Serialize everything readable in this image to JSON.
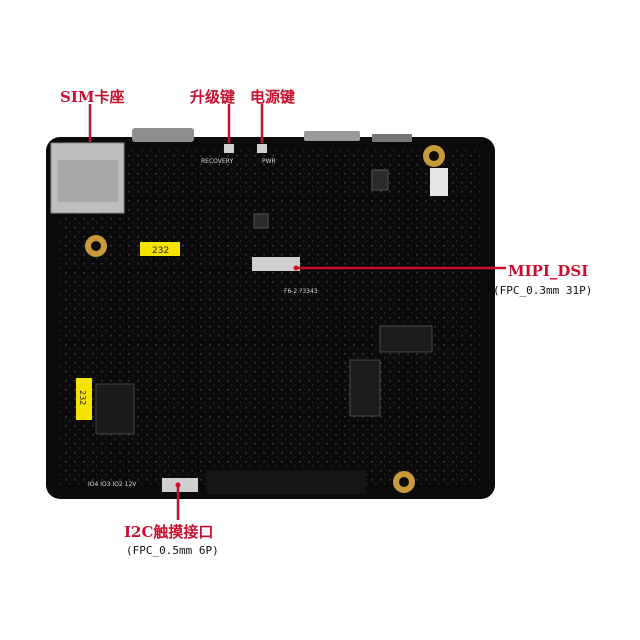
{
  "colors": {
    "callout": "#c8102e",
    "board": "#0b0b0b",
    "silk": "#d9d9d9",
    "label_yellow": "#f5e400"
  },
  "callouts": {
    "sim": {
      "label": "SIM卡座"
    },
    "upgrade": {
      "label": "升级键"
    },
    "power": {
      "label": "电源键"
    },
    "mipi": {
      "label": "MIPI_DSI",
      "spec": "(FPC_0.3mm 31P)"
    },
    "i2c": {
      "label": "I2C触摸接口",
      "spec": "(FPC_0.5mm 6P)"
    }
  },
  "board": {
    "silk_recovery": "RECOVERY",
    "silk_pwr": "PWR",
    "silk_232_top": "232",
    "silk_232_left": "232",
    "silk_gpio_top": "IO4 IO3 IO2 12V",
    "silk_board_id": "F6-2 ?3343"
  }
}
